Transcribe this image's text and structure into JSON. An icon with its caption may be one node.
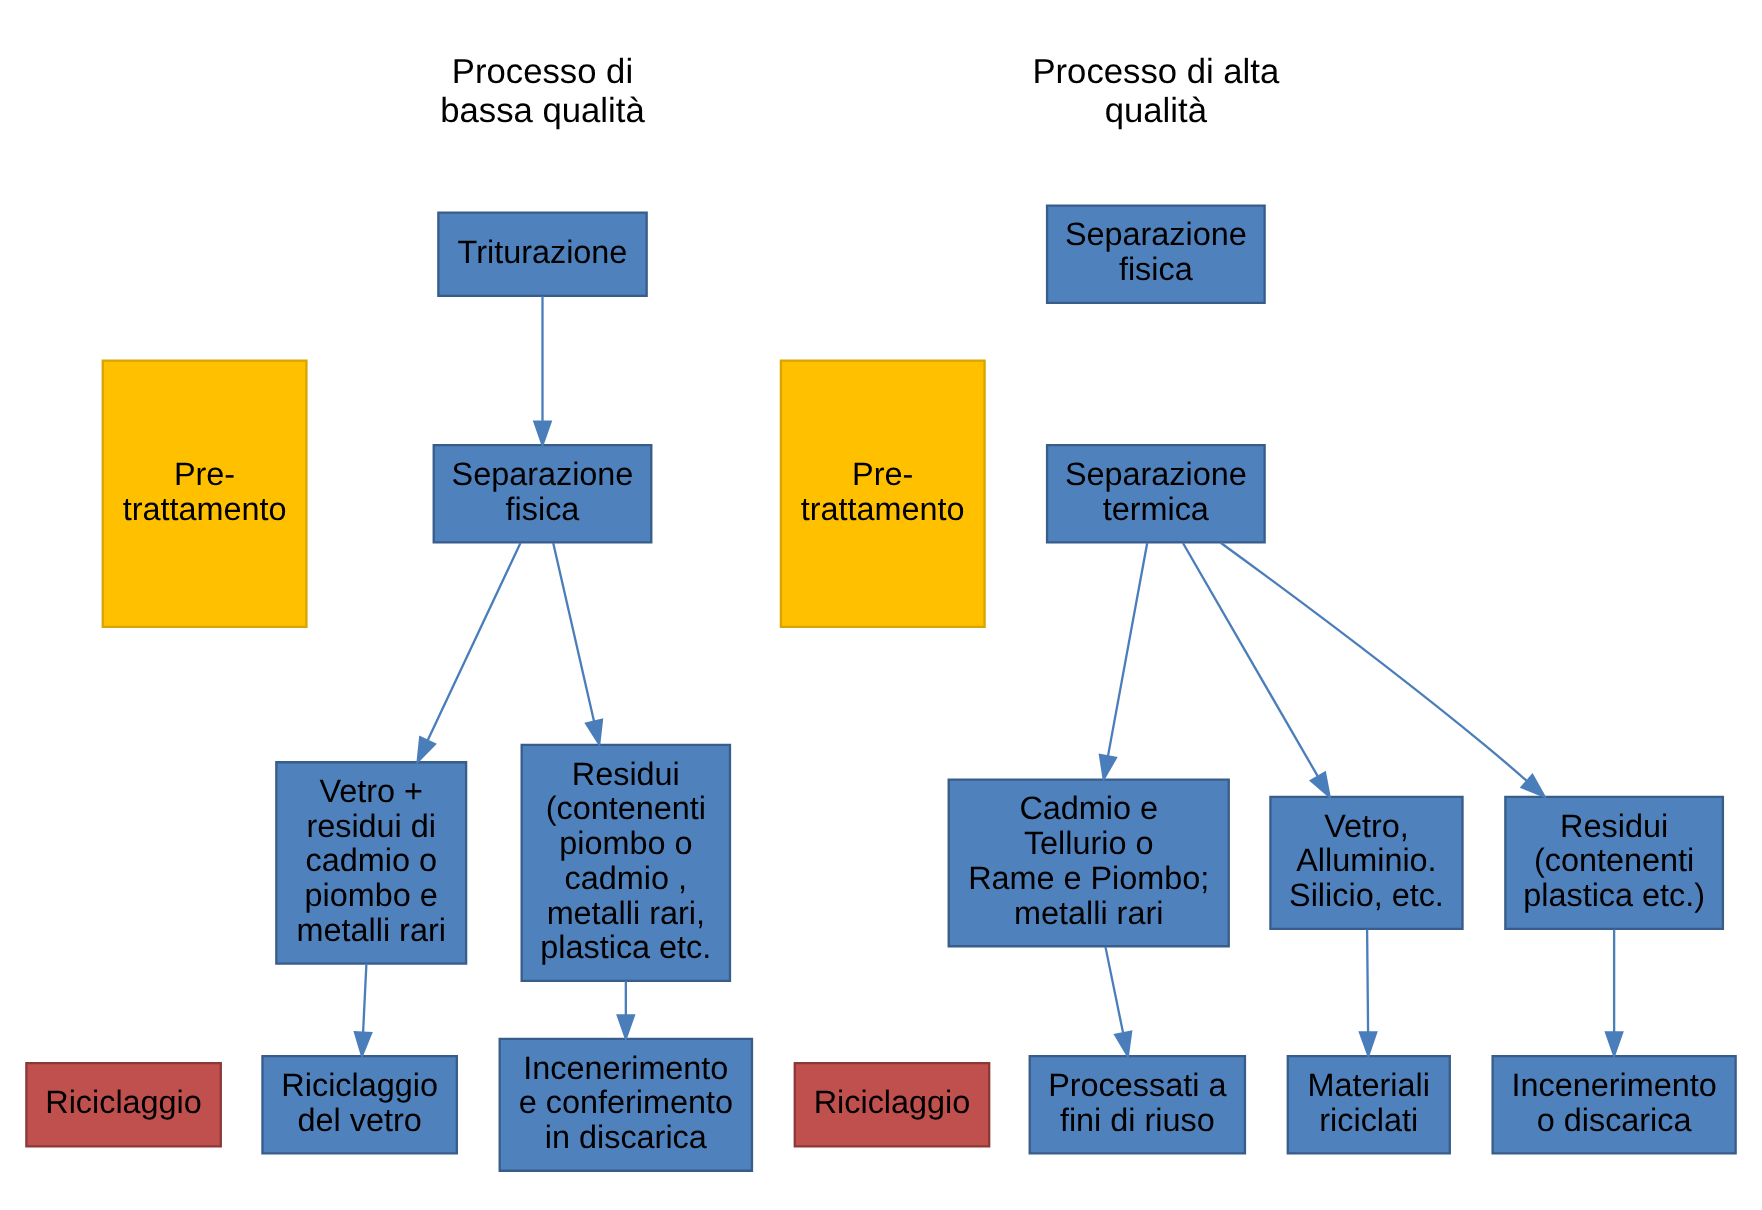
{
  "diagram": {
    "nodes": [
      {
        "text": [
          "Pre-trattamento"
        ]
      },
      {
        "text": [
          "Riciclaggio"
        ]
      },
      {
        "text": [
          "Triturazione"
        ]
      },
      {
        "text": [
          "Separazione fisica"
        ]
      },
      {
        "text": [
          "Vetro + residui di cadmio o piombo e metalli rari"
        ]
      },
      {
        "text": [
          "Residui (contenenti piombo o cadmio , metalli rari, plastica etc."
        ]
      },
      {
        "text": [
          "Riciclaggio del vetro"
        ]
      },
      {
        "text": [
          "Incenerimento e conferimento in discarica"
        ]
      },
      {
        "text": [
          "Pre-trattamento"
        ]
      },
      {
        "text": [
          "Riciclaggio"
        ]
      },
      {
        "text": [
          "Separazione fisica"
        ]
      },
      {
        "text": [
          "Separazione termica"
        ]
      },
      {
        "text": [
          "Cadmio e Tellurio o Rame e Piombo; metalli rari"
        ]
      },
      {
        "text": [
          "Vetro, Alluminio. Silicio, etc."
        ]
      },
      {
        "text": [
          "Residui (contenenti plastica etc.)"
        ]
      },
      {
        "text": [
          "Processati a fini di riuso"
        ]
      },
      {
        "text": [
          "Materiali riciclati"
        ]
      },
      {
        "text": [
          "Incenerimento o discarica"
        ]
      }
    ],
    "edges": [
      {
        "from": 2,
        "to": 3,
        "arrow": "to"
      },
      {
        "from": 3,
        "to": 4,
        "arrow": "to"
      },
      {
        "from": 3,
        "to": 5,
        "arrow": "to"
      },
      {
        "from": 4,
        "to": 6,
        "arrow": "to"
      },
      {
        "from": 5,
        "to": 7,
        "arrow": "to"
      },
      {
        "from": 11,
        "to": 12,
        "arrow": "to"
      },
      {
        "from": 11,
        "to": 13,
        "arrow": "to"
      },
      {
        "from": 11,
        "to": 14,
        "arrow": "to"
      },
      {
        "from": 12,
        "to": 15,
        "arrow": "to"
      },
      {
        "from": 13,
        "to": 16,
        "arrow": "to"
      },
      {
        "from": 14,
        "to": 17,
        "arrow": "to"
      }
    ],
    "labels": [
      "Processo di bassa qualità",
      "Processo di alta qualità"
    ]
  }
}
